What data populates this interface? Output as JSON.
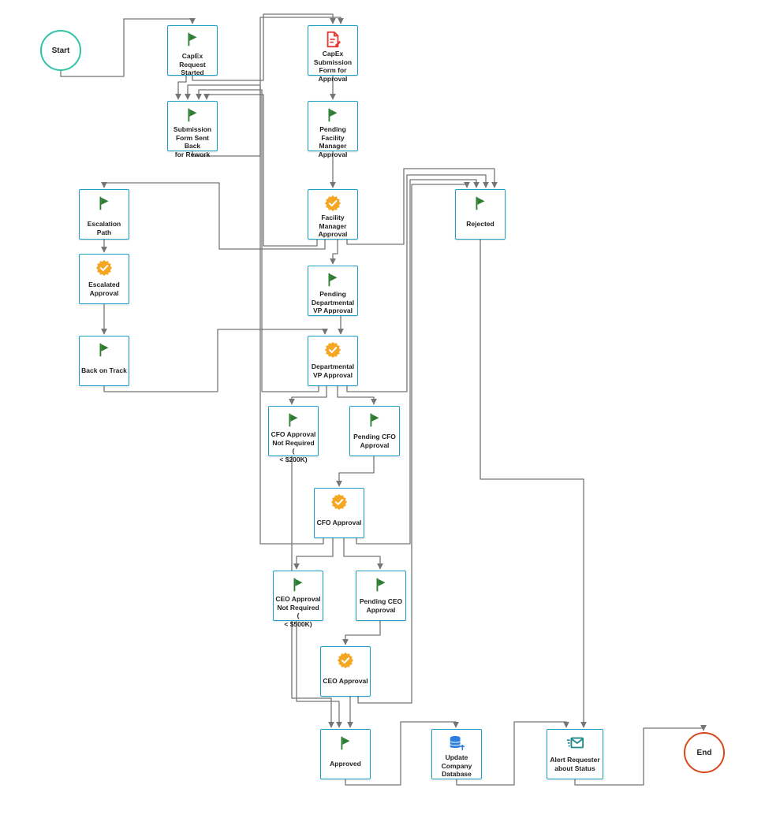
{
  "diagram": {
    "start_label": "Start",
    "end_label": "End",
    "nodes": [
      {
        "id": "n1",
        "label_lines": [
          "CapEx Request",
          "Started"
        ],
        "icon": "flag-icon"
      },
      {
        "id": "n2",
        "label_lines": [
          "CapEx",
          "Submission",
          "Form for",
          "Approval"
        ],
        "icon": "form-document-icon"
      },
      {
        "id": "n3",
        "label_lines": [
          "Submission",
          "Form Sent Back",
          "for Rework"
        ],
        "icon": "flag-icon"
      },
      {
        "id": "n4",
        "label_lines": [
          "Pending",
          "Facility",
          "Manager",
          "Approval"
        ],
        "icon": "flag-icon"
      },
      {
        "id": "n5",
        "label_lines": [
          "Escalation Path"
        ],
        "icon": "flag-icon"
      },
      {
        "id": "n6",
        "label_lines": [
          "Facility",
          "Manager",
          "Approval"
        ],
        "icon": "approval-badge-icon"
      },
      {
        "id": "n7",
        "label_lines": [
          "Rejected"
        ],
        "icon": "flag-icon"
      },
      {
        "id": "n8",
        "label_lines": [
          "Escalated",
          "Approval"
        ],
        "icon": "approval-badge-icon"
      },
      {
        "id": "n9",
        "label_lines": [
          "Pending",
          "Departmental",
          "VP Approval"
        ],
        "icon": "flag-icon"
      },
      {
        "id": "n10",
        "label_lines": [
          "Back on Track"
        ],
        "icon": "flag-icon"
      },
      {
        "id": "n11",
        "label_lines": [
          "Departmental",
          "VP Approval"
        ],
        "icon": "approval-badge-icon"
      },
      {
        "id": "n12",
        "label_lines": [
          "CFO Approval",
          "Not Required (",
          "< $200K)"
        ],
        "icon": "flag-icon"
      },
      {
        "id": "n13",
        "label_lines": [
          "Pending CFO",
          "Approval"
        ],
        "icon": "flag-icon"
      },
      {
        "id": "n14",
        "label_lines": [
          "CFO Approval"
        ],
        "icon": "approval-badge-icon"
      },
      {
        "id": "n15",
        "label_lines": [
          "CEO Approval",
          "Not Required (",
          "< $500K)"
        ],
        "icon": "flag-icon"
      },
      {
        "id": "n16",
        "label_lines": [
          "Pending CEO",
          "Approval"
        ],
        "icon": "flag-icon"
      },
      {
        "id": "n17",
        "label_lines": [
          "CEO Approval"
        ],
        "icon": "approval-badge-icon"
      },
      {
        "id": "n18",
        "label_lines": [
          "Approved"
        ],
        "icon": "flag-icon"
      },
      {
        "id": "n19",
        "label_lines": [
          "Update",
          "Company",
          "Database"
        ],
        "icon": "database-upload-icon"
      },
      {
        "id": "n20",
        "label_lines": [
          "Alert Requester",
          "about Status"
        ],
        "icon": "email-send-icon"
      }
    ],
    "edges": [
      [
        "start",
        "n1"
      ],
      [
        "n1",
        "n2"
      ],
      [
        "n1",
        "n3"
      ],
      [
        "n2",
        "n4"
      ],
      [
        "n3",
        "n2"
      ],
      [
        "n4",
        "n6"
      ],
      [
        "n6",
        "n9"
      ],
      [
        "n6",
        "n7"
      ],
      [
        "n6",
        "n3"
      ],
      [
        "n6",
        "n5"
      ],
      [
        "n5",
        "n8"
      ],
      [
        "n8",
        "n10"
      ],
      [
        "n10",
        "n11"
      ],
      [
        "n9",
        "n11"
      ],
      [
        "n11",
        "n12"
      ],
      [
        "n11",
        "n13"
      ],
      [
        "n11",
        "n7"
      ],
      [
        "n11",
        "n3"
      ],
      [
        "n13",
        "n14"
      ],
      [
        "n12",
        "n18"
      ],
      [
        "n14",
        "n15"
      ],
      [
        "n14",
        "n16"
      ],
      [
        "n14",
        "n7"
      ],
      [
        "n14",
        "n3"
      ],
      [
        "n16",
        "n17"
      ],
      [
        "n15",
        "n18"
      ],
      [
        "n17",
        "n18"
      ],
      [
        "n17",
        "n3"
      ],
      [
        "n18",
        "n19"
      ],
      [
        "n19",
        "n20"
      ],
      [
        "n7",
        "n20"
      ],
      [
        "n20",
        "end"
      ]
    ],
    "colors": {
      "node_border": "#1aa0c8",
      "edge": "#757575",
      "flag": "#2e7d32",
      "badge": "#f5a623",
      "start": "#2ec4a4",
      "end": "#d9481a",
      "form_icon": "#e53935",
      "db_icon": "#2a7de1",
      "mail_icon": "#1f8a8a"
    }
  }
}
